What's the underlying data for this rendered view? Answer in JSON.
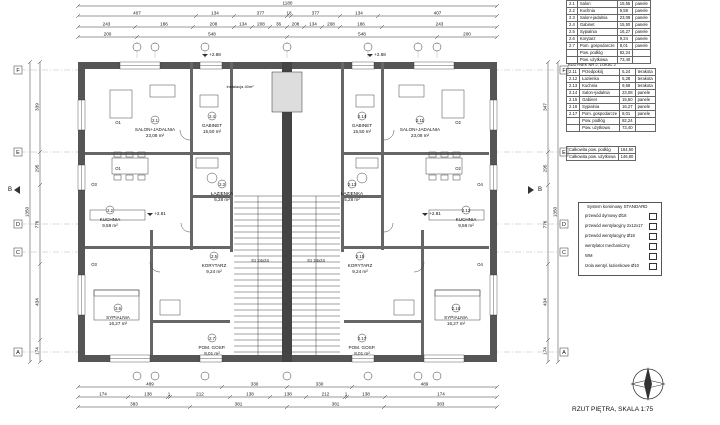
{
  "plan": {
    "title": "RZUT PIĘTRA, SKALA 1:75",
    "axis_letters": [
      "A",
      "B",
      "C",
      "D",
      "E",
      "F"
    ],
    "section_marks": [
      "B",
      "B"
    ],
    "dims_top_row1": [
      "1180"
    ],
    "dims_top_row2": [
      "407",
      "134",
      "377",
      "18",
      "377",
      "134",
      "407"
    ],
    "dims_top_row3": [
      "243",
      "186",
      "208",
      "134",
      "208",
      "36",
      "208",
      "134",
      "208",
      "186",
      "243"
    ],
    "dims_top_row4": [
      "200",
      "548",
      "548",
      "200"
    ],
    "dims_bottom_row1": [
      "489",
      "330",
      "330",
      "489"
    ],
    "dims_bottom_row2": [
      "174",
      "138",
      "1",
      "212",
      "138",
      "138",
      "212",
      "1",
      "138",
      "174"
    ],
    "dims_bottom_row3": [
      "383",
      "381",
      "381",
      "383"
    ],
    "dims_left": [
      "339",
      "295",
      "776",
      "434",
      "174",
      "1350"
    ],
    "dims_right": [
      "347",
      "295",
      "776",
      "434",
      "174",
      "1350"
    ],
    "level_marks": [
      "+2.88",
      "+2.88",
      "+2.81",
      "+2.81"
    ],
    "window_tags": [
      "O1",
      "O1",
      "O2",
      "O2",
      "O3",
      "O3",
      "O4",
      "O4"
    ],
    "rooms": [
      {
        "no": "2.1",
        "name": "SALON+JADALNIA",
        "area": "23,08 m²"
      },
      {
        "no": "2.2",
        "name": "KUCHNIA",
        "area": "9,58 m²"
      },
      {
        "no": "2.3",
        "name": "ŁAZIENKA",
        "area": "5,28 m²"
      },
      {
        "no": "2.4",
        "name": "GABINET",
        "area": "15,50 m²"
      },
      {
        "no": "2.5",
        "name": "KORYTARZ",
        "area": "9,24 m²"
      },
      {
        "no": "2.6",
        "name": "SYPIALNIA",
        "area": "16,27 m²"
      },
      {
        "no": "2.7",
        "name": "POM. GOSP.",
        "area": "8,01 m²"
      },
      {
        "no": "2.11",
        "name": "SALON+JADALNIA",
        "area": "23,08 m²"
      },
      {
        "no": "2.12",
        "name": "KUCHNIA",
        "area": "9,58 m²"
      },
      {
        "no": "2.13",
        "name": "ŁAZIENKA",
        "area": "5,28 m²"
      },
      {
        "no": "2.14",
        "name": "GABINET",
        "area": "15,50 m²"
      },
      {
        "no": "2.15",
        "name": "KORYTARZ",
        "area": "9,24 m²"
      },
      {
        "no": "2.16",
        "name": "SYPIALNIA",
        "area": "16,27 m²"
      },
      {
        "no": "2.17",
        "name": "POM. GOSP.",
        "area": "8,01 m²"
      }
    ],
    "stair_label": "S1 24x24",
    "chimney_label": "Instalacja 40m²"
  },
  "table1": {
    "rows": [
      [
        "2.1",
        "Salon",
        "15,55",
        "panele"
      ],
      [
        "2.2",
        "Kuchnia",
        "9,58",
        "panele"
      ],
      [
        "2.3",
        "Salon+jadalnia",
        "23,08",
        "panele"
      ],
      [
        "2.4",
        "Gabinet",
        "15,50",
        "panele"
      ],
      [
        "2.5",
        "Sypialnia",
        "16,27",
        "panele"
      ],
      [
        "2.6",
        "Korytarz",
        "9,24",
        "panele"
      ],
      [
        "2.7",
        "Pom. gospodarcze",
        "8,01",
        "panele"
      ],
      [
        "",
        "Pow. podłóg",
        "82,24",
        ""
      ],
      [
        "",
        "Pow. użytkowa",
        "73,40",
        ""
      ]
    ]
  },
  "table2": {
    "title": "BUDYNEK NR 2, LOKAL 2",
    "rows": [
      [
        "2.11",
        "Przedpokój",
        "5,24",
        "terakota"
      ],
      [
        "2.12",
        "Łazienka",
        "5,28",
        "terakota"
      ],
      [
        "2.13",
        "Kuchnia",
        "9,58",
        "terakota"
      ],
      [
        "2.14",
        "Salon+jadalnia",
        "23,08",
        "panele"
      ],
      [
        "2.15",
        "Gabinet",
        "15,50",
        "panele"
      ],
      [
        "2.16",
        "Sypialnia",
        "16,27",
        "panele"
      ],
      [
        "2.17",
        "Pom. gospodarcze",
        "8,01",
        "panele"
      ],
      [
        "",
        "Pow. podłóg",
        "82,24",
        ""
      ],
      [
        "",
        "Pow. użytkowa",
        "73,40",
        ""
      ]
    ]
  },
  "summary": {
    "rows": [
      [
        "Całkowita pow. podłóg",
        "164,50"
      ],
      [
        "Całkowita pow. użytkowa",
        "146,80"
      ]
    ]
  },
  "legend": {
    "title": "System kominowy STANDARD",
    "lines": [
      "przewód dymowy Ø18",
      "przewód wentylacyjny 2x12x17",
      "przewód wentylacyjny Ø18",
      "wentylator mechaniczny",
      "WM",
      "Izola wentyl. łazienkowe Ø10"
    ]
  }
}
